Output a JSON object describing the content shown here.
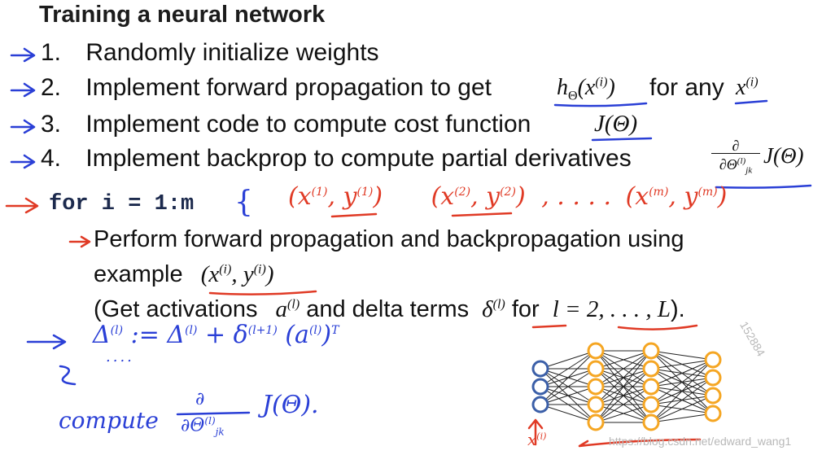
{
  "title": "Training a neural network",
  "steps": [
    {
      "num": "1.",
      "text": "Randomly initialize weights"
    },
    {
      "num": "2.",
      "text": "Implement forward propagation to get",
      "math": "hΘ(x(i))",
      "tail": "for any",
      "math2": "x(i)"
    },
    {
      "num": "3.",
      "text": "Implement code to compute cost function",
      "math": "J(Θ)"
    },
    {
      "num": "4.",
      "text": "Implement backprop to compute partial derivatives",
      "math": "∂/∂Θjk(l) J(Θ)"
    }
  ],
  "loop": {
    "code": "for i = 1:m",
    "brace": "{",
    "handwritten_examples": "(x(1),y(1))   (x(2),y(2)) , .... (x(m),y(m))",
    "body_line1": "Perform forward propagation and backpropagation using",
    "body_line2": "example",
    "body_line2_math": "(x(i), y(i))",
    "body_line3_a": "(Get activations",
    "body_line3_math1": "a(l)",
    "body_line3_b": "and delta terms",
    "body_line3_math2": "δ(l)",
    "body_line3_c": "for",
    "body_line3_math3": "l = 2, . . . , L",
    "body_line3_d": ").",
    "handwritten_delta": "Δ(l) := Δ(l) + δ(l+1) (a(l))T",
    "handwritten_dots": "....",
    "close_brace": "}",
    "handwritten_compute": "compute",
    "handwritten_compute_math": "∂/∂Θjk(l) J(Θ)."
  },
  "network": {
    "layers": [
      3,
      5,
      5,
      4
    ],
    "input_color": "#3b5fa8",
    "hidden_color": "#f5a623",
    "input_label": "x(i)"
  },
  "watermark": "https://blog.csdn.net/edward_wang1",
  "watermark2": "152884",
  "colors": {
    "red_ink": "#e03a25",
    "blue_ink": "#2a3fd6"
  }
}
